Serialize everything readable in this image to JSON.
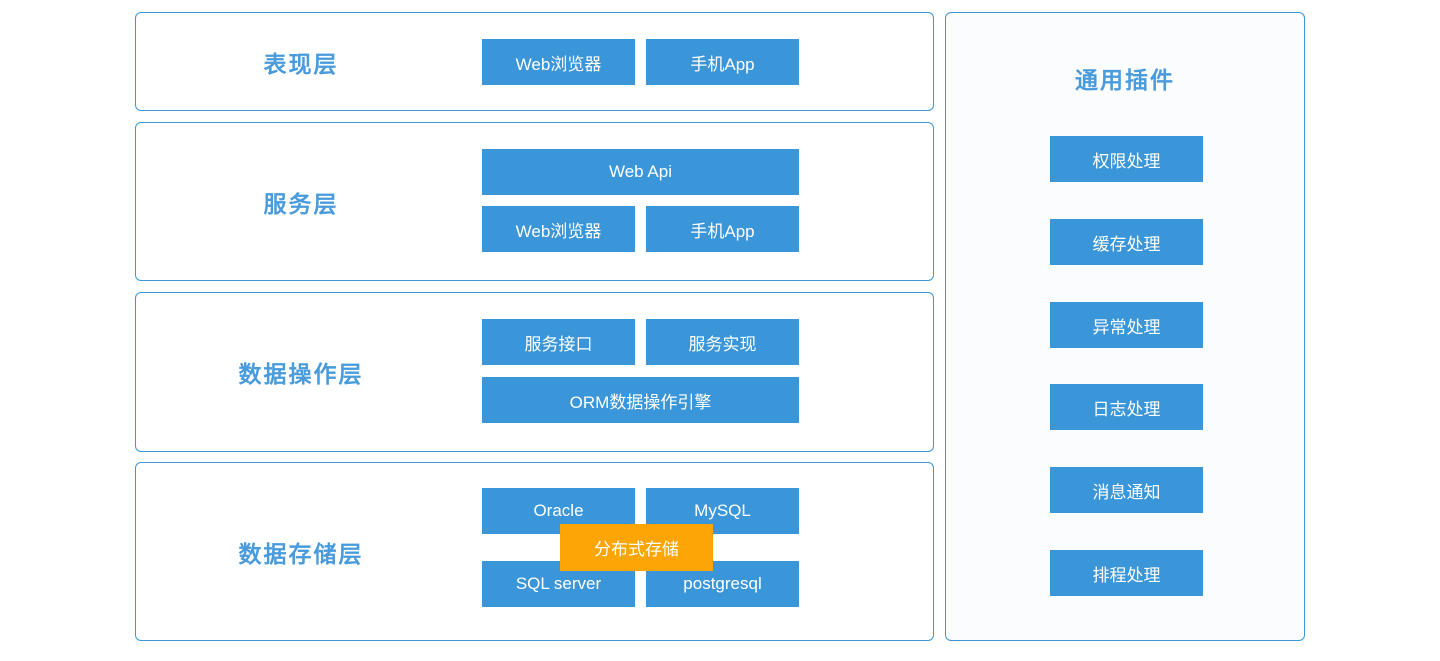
{
  "colors": {
    "node_blue": "#3A96D9",
    "box_border": "#3E96D6",
    "title_text": "#4A9BDB",
    "highlight_orange": "#FCA504",
    "panel_bg": "#FAFCFE"
  },
  "layers": [
    {
      "title": "表现层",
      "buttons": [
        "Web浏览器",
        "手机App"
      ]
    },
    {
      "title": "服务层",
      "buttons": [
        "Web Api",
        "Web浏览器",
        "手机App"
      ]
    },
    {
      "title": "数据操作层",
      "buttons": [
        "服务接口",
        "服务实现",
        "ORM数据操作引擎"
      ]
    },
    {
      "title": "数据存储层",
      "buttons": [
        "Oracle",
        "MySQL",
        "SQL server",
        "postgresql"
      ],
      "overlay": "分布式存储"
    }
  ],
  "plugins_panel": {
    "title": "通用插件",
    "items": [
      "权限处理",
      "缓存处理",
      "异常处理",
      "日志处理",
      "消息通知",
      "排程处理"
    ]
  }
}
